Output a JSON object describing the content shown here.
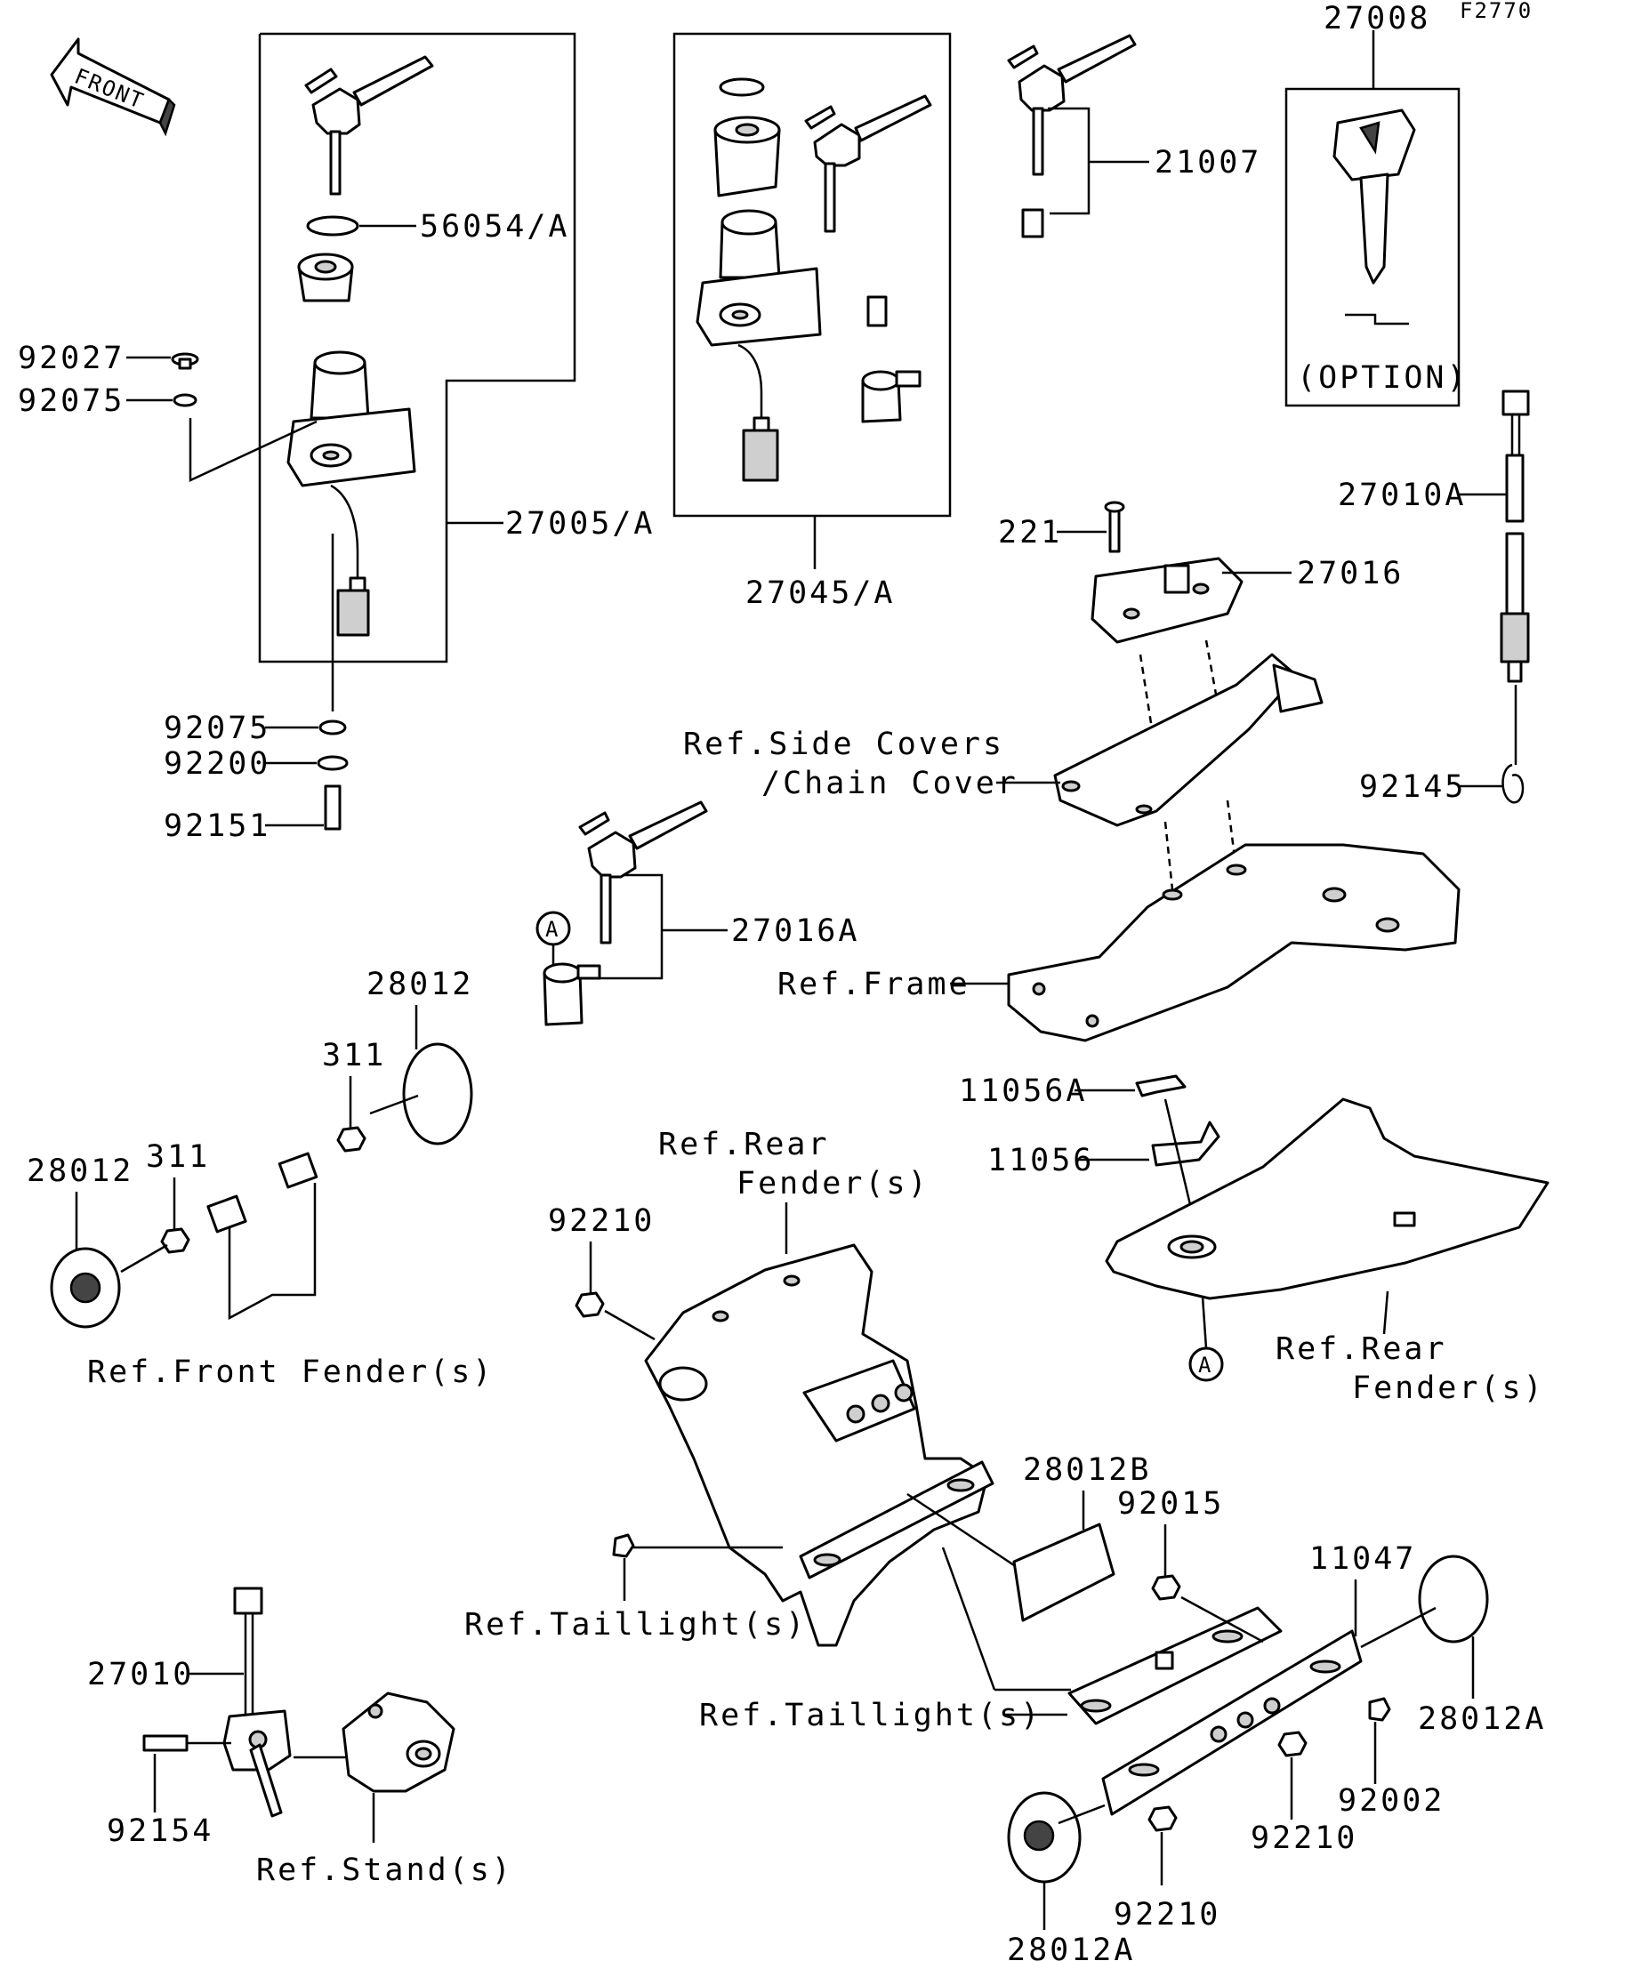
{
  "figure_code": "F2770",
  "direction_label": "FRONT",
  "parts": {
    "p27008": "27008",
    "p56054A": "56054/A",
    "p21007": "21007",
    "p92027": "92027",
    "p92075a": "92075",
    "p27005A": "27005/A",
    "p27045A": "27045/A",
    "p27010A": "27010A",
    "p221": "221",
    "p27016": "27016",
    "p92075b": "92075",
    "p92200": "92200",
    "p92151": "92151",
    "p92145": "92145",
    "p27016A": "27016A",
    "p28012a": "28012",
    "p311a": "311",
    "p311b": "311",
    "p28012b": "28012",
    "p11056A": "11056A",
    "p11056": "11056",
    "p92210a": "92210",
    "p28012B": "28012B",
    "p92015": "92015",
    "p11047": "11047",
    "p27010": "27010",
    "p28012A1": "28012A",
    "p92154": "92154",
    "p92002": "92002",
    "p92210b": "92210",
    "p92210c": "92210",
    "p28012A2": "28012A"
  },
  "references": {
    "side_covers_1": "Ref.Side Covers",
    "side_covers_2": "/Chain Cover",
    "frame": "Ref.Frame",
    "rear_fender_top_1": "Ref.Rear",
    "rear_fender_top_2": "Fender(s)",
    "rear_fender_right_1": "Ref.Rear",
    "rear_fender_right_2": "Fender(s)",
    "front_fender": "Ref.Front Fender(s)",
    "taillight_1": "Ref.Taillight(s)",
    "taillight_2": "Ref.Taillight(s)",
    "stand": "Ref.Stand(s)"
  },
  "option_label": "(OPTION)",
  "markers": {
    "marker_a1": "A",
    "marker_a2": "A"
  }
}
